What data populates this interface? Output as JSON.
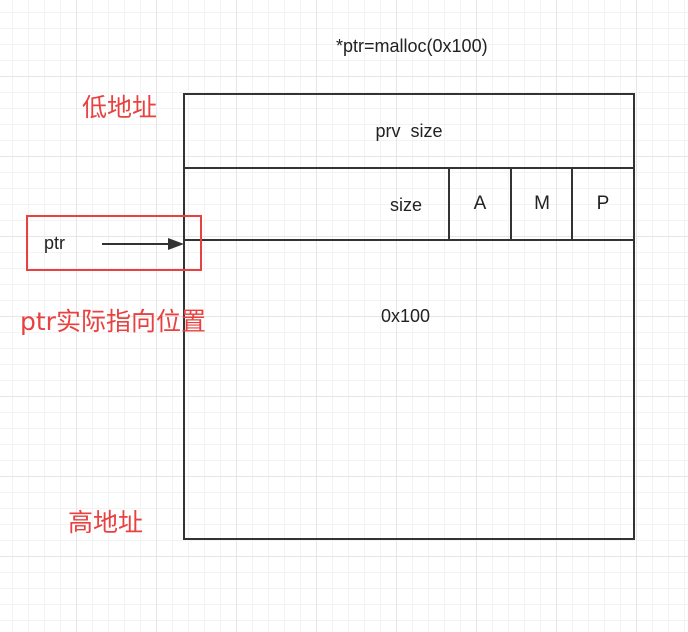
{
  "title": "*ptr=malloc(0x100)",
  "labels": {
    "low_address": "低地址",
    "high_address": "高地址",
    "ptr_actual": "ptr实际指向位置"
  },
  "chunk": {
    "prev_size": "prv  size",
    "size": "size",
    "flags": [
      "A",
      "M",
      "P"
    ],
    "data": "0x100"
  },
  "pointer": {
    "name": "ptr"
  },
  "colors": {
    "highlight": "#e8413f",
    "stroke": "#333333",
    "grid": "#e6e6e6"
  }
}
